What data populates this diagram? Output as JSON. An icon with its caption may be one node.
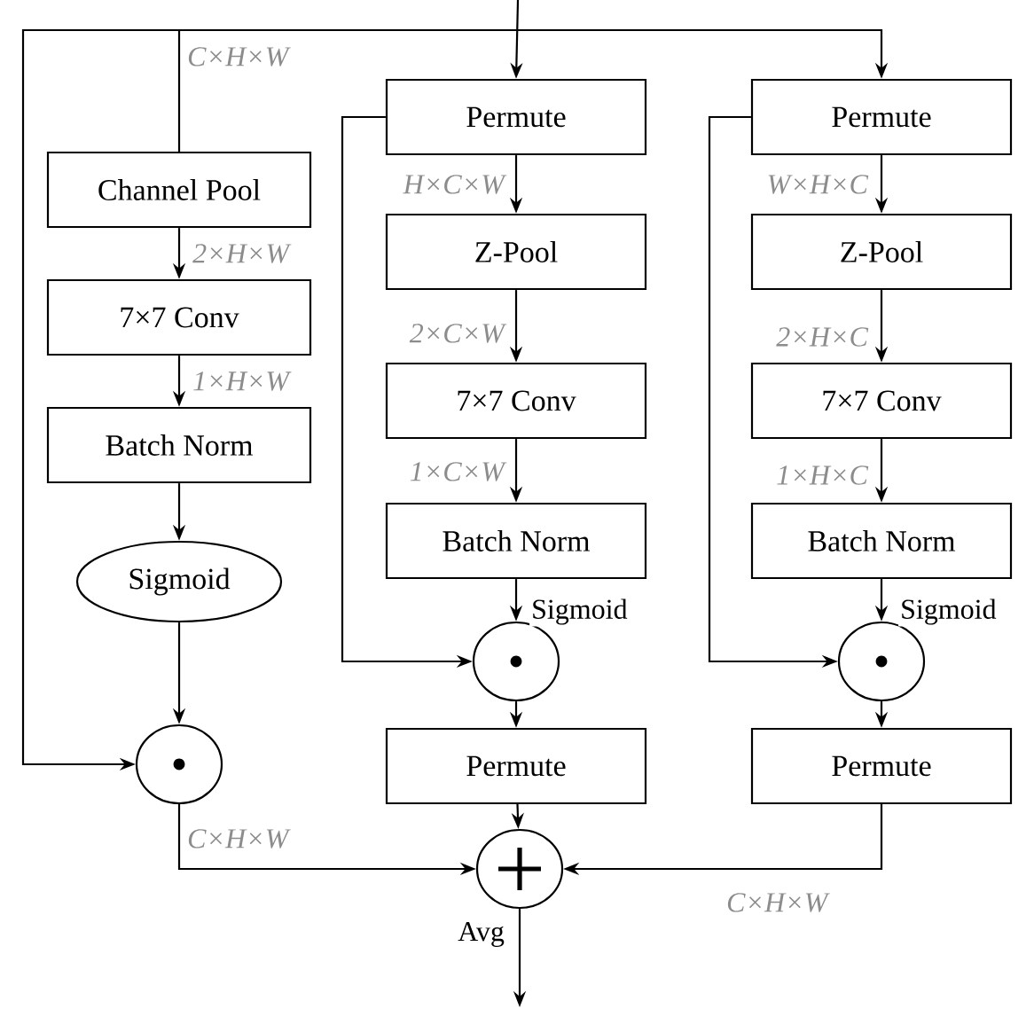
{
  "diagram": {
    "nodes": [
      {
        "text": [
          "Channel Pool"
        ]
      },
      {
        "text": [
          "7×7 Conv"
        ]
      },
      {
        "text": [
          "Batch Norm"
        ]
      },
      {
        "text": [
          "Sigmoid"
        ]
      },
      {
        "text": [
          "Permute"
        ]
      },
      {
        "text": [
          "Z-Pool"
        ]
      },
      {
        "text": [
          "7×7 Conv"
        ]
      },
      {
        "text": [
          "Batch Norm"
        ]
      },
      {
        "text": [],
        "shape": "circle"
      },
      {
        "text": [
          "Permute"
        ]
      },
      {
        "text": [
          "Permute"
        ]
      },
      {
        "text": [
          "Z-Pool"
        ]
      },
      {
        "text": [
          "7×7 Conv"
        ]
      },
      {
        "text": [
          "Batch Norm"
        ]
      },
      {
        "text": [],
        "shape": "circle"
      },
      {
        "text": [
          "Permute"
        ]
      },
      {
        "text": [],
        "shape": "circle"
      },
      {
        "text": [],
        "shape": "circle"
      }
    ],
    "edges": [
      {
        "from": null,
        "to": 4,
        "arrow": "to"
      },
      {
        "from": null,
        "to": 0,
        "arrow": "none",
        "label": "C×H×W"
      },
      {
        "from": null,
        "to": 10,
        "arrow": "to"
      },
      {
        "from": null,
        "to": 16,
        "arrow": "to"
      },
      {
        "from": 0,
        "to": 1,
        "arrow": "to",
        "label": "2×H×W"
      },
      {
        "from": 1,
        "to": 2,
        "arrow": "to",
        "label": "1×H×W"
      },
      {
        "from": 2,
        "to": 3,
        "arrow": "to"
      },
      {
        "from": 3,
        "to": 16,
        "arrow": "to"
      },
      {
        "from": 16,
        "to": 17,
        "arrow": "to",
        "label": "C×H×W"
      },
      {
        "from": 4,
        "to": 5,
        "arrow": "to",
        "label": "H×C×W"
      },
      {
        "from": 5,
        "to": 6,
        "arrow": "to",
        "label": "2×C×W"
      },
      {
        "from": 6,
        "to": 7,
        "arrow": "to",
        "label": "1×C×W"
      },
      {
        "from": 7,
        "to": 8,
        "arrow": "to",
        "label": "Sigmoid"
      },
      {
        "from": 4,
        "to": 8,
        "arrow": "to"
      },
      {
        "from": 8,
        "to": 9,
        "arrow": "to"
      },
      {
        "from": 9,
        "to": 17,
        "arrow": "to"
      },
      {
        "from": 10,
        "to": 11,
        "arrow": "to",
        "label": "W×H×C"
      },
      {
        "from": 11,
        "to": 12,
        "arrow": "to",
        "label": "2×H×C"
      },
      {
        "from": 12,
        "to": 13,
        "arrow": "to",
        "label": "1×H×C"
      },
      {
        "from": 13,
        "to": 14,
        "arrow": "to",
        "label": "Sigmoid"
      },
      {
        "from": 10,
        "to": 14,
        "arrow": "to"
      },
      {
        "from": 14,
        "to": 15,
        "arrow": "to"
      },
      {
        "from": 15,
        "to": 17,
        "arrow": "to",
        "label": "C×H×W"
      },
      {
        "from": 17,
        "to": null,
        "arrow": "to",
        "label": "Avg"
      }
    ]
  }
}
